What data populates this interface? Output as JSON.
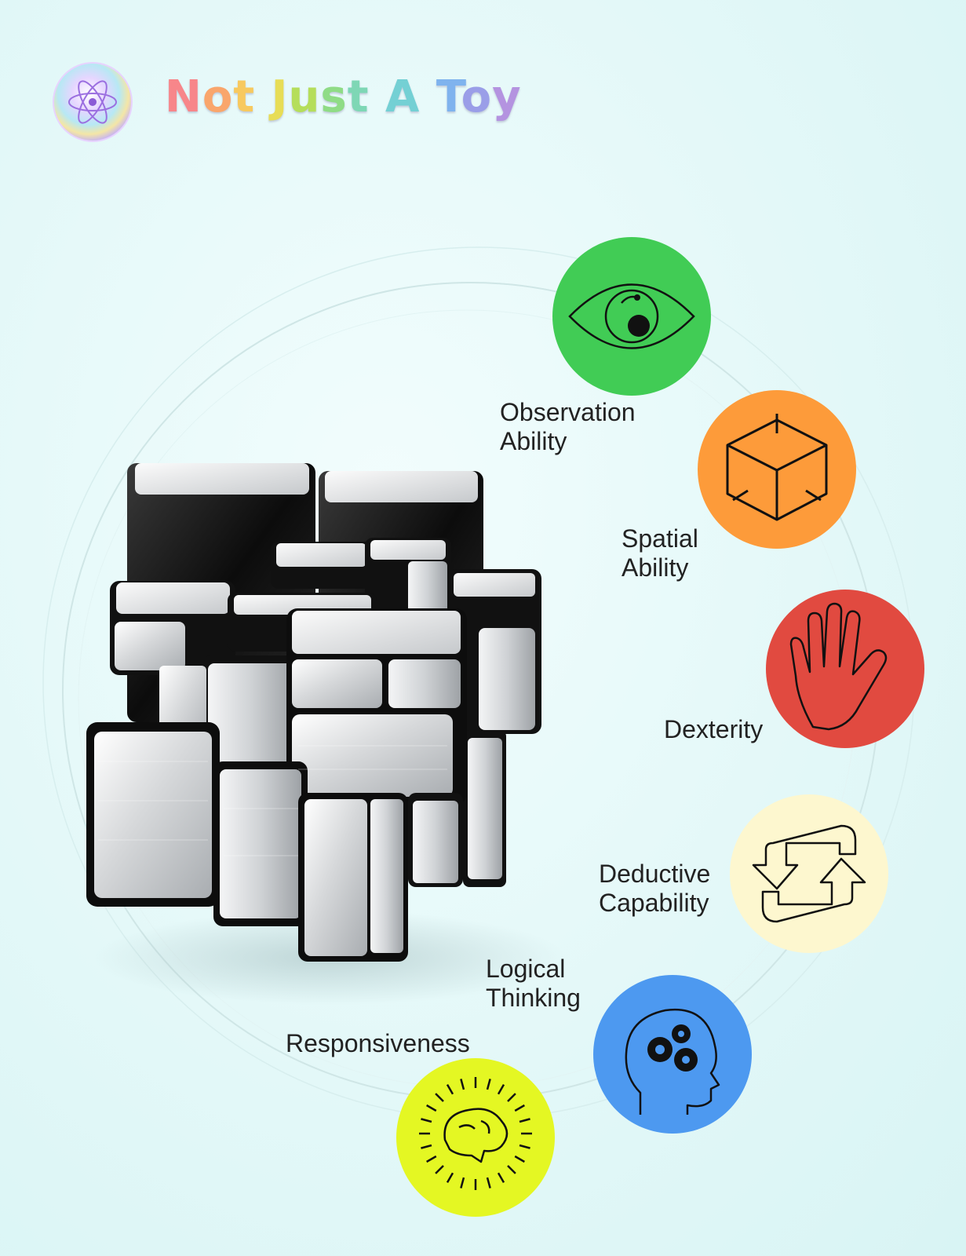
{
  "headline": {
    "text": "Not Just A Toy",
    "letter_colors": [
      "#f7868a",
      "#f9a66c",
      "#f7c95f",
      "#ffffff",
      "#e7dd56",
      "#b5de5b",
      "#8fdc86",
      "#7ed7b5",
      "#ffffff",
      "#74d0d4",
      "#ffffff",
      "#7fb3ee",
      "#9a9ee8",
      "#b493e0"
    ]
  },
  "abilities": [
    {
      "id": "observation",
      "label_lines": [
        "Observation",
        "Ability"
      ],
      "icon": "eye-icon",
      "color": "#41cc55"
    },
    {
      "id": "spatial",
      "label_lines": [
        "Spatial",
        "Ability"
      ],
      "icon": "cube-icon",
      "color": "#fd9b3a"
    },
    {
      "id": "dexterity",
      "label_lines": [
        "Dexterity"
      ],
      "icon": "hand-icon",
      "color": "#e14a40"
    },
    {
      "id": "deductive",
      "label_lines": [
        "Deductive",
        "Capability"
      ],
      "icon": "cycle-arrows-icon",
      "color": "#fdf7cf"
    },
    {
      "id": "logical",
      "label_lines": [
        "Logical",
        "Thinking"
      ],
      "icon": "head-gears-icon",
      "color": "#4d99f0"
    },
    {
      "id": "responsiveness",
      "label_lines": [
        "Responsiveness"
      ],
      "icon": "brain-idea-icon",
      "color": "#e4f723"
    }
  ],
  "product": {
    "icon": "mirror-cube-icon"
  },
  "logo": {
    "icon": "atom-icon"
  }
}
